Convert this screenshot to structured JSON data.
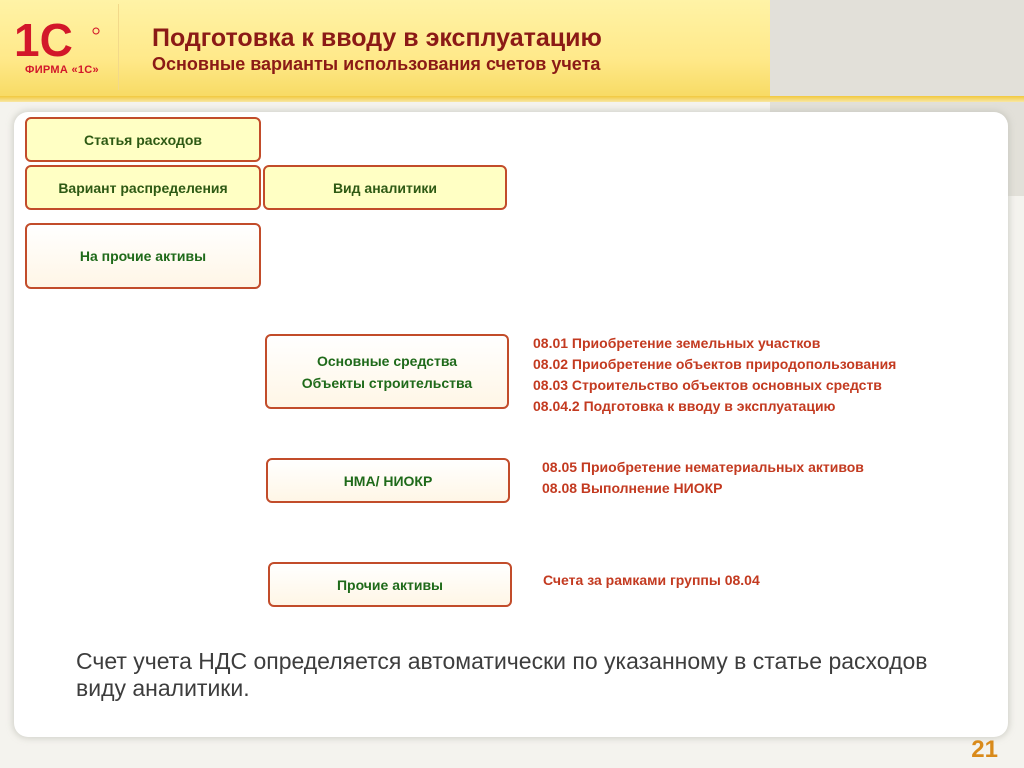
{
  "header": {
    "logo_text": "1С",
    "firm": "ФИРМА «1С»",
    "title": "Подготовка к вводу в эксплуатацию",
    "subtitle": "Основные варианты использования счетов учета"
  },
  "boxes": {
    "expense_item": "Статья расходов",
    "distribution_variant": "Вариант распределения",
    "analytics_type": "Вид аналитики",
    "other_assets_target": "На прочие активы",
    "fixed_assets": [
      "Основные средства",
      "Объекты строительства"
    ],
    "intangibles": "НМА/ НИОКР",
    "other_assets": "Прочие активы"
  },
  "accounts": {
    "fixed_assets": [
      "08.01 Приобретение земельных участков",
      "08.02 Приобретение объектов природопользования",
      "08.03 Строительство объектов основных средств",
      "08.04.2 Подготовка к вводу в эксплуатацию"
    ],
    "intangibles": [
      "08.05 Приобретение нематериальных активов",
      "08.08 Выполнение НИОКР"
    ],
    "other_assets": [
      "Счета за рамками группы 08.04"
    ]
  },
  "note": "Счет учета НДС определяется автоматически по указанному в статье расходов виду аналитики.",
  "page_number": "21",
  "colors": {
    "title": "#8b1a16",
    "box_border": "#c24c2a",
    "box_text": "#1f6a1a",
    "account_text": "#c33a20",
    "page_number": "#d98a1a",
    "logo_red": "#d2172a"
  }
}
